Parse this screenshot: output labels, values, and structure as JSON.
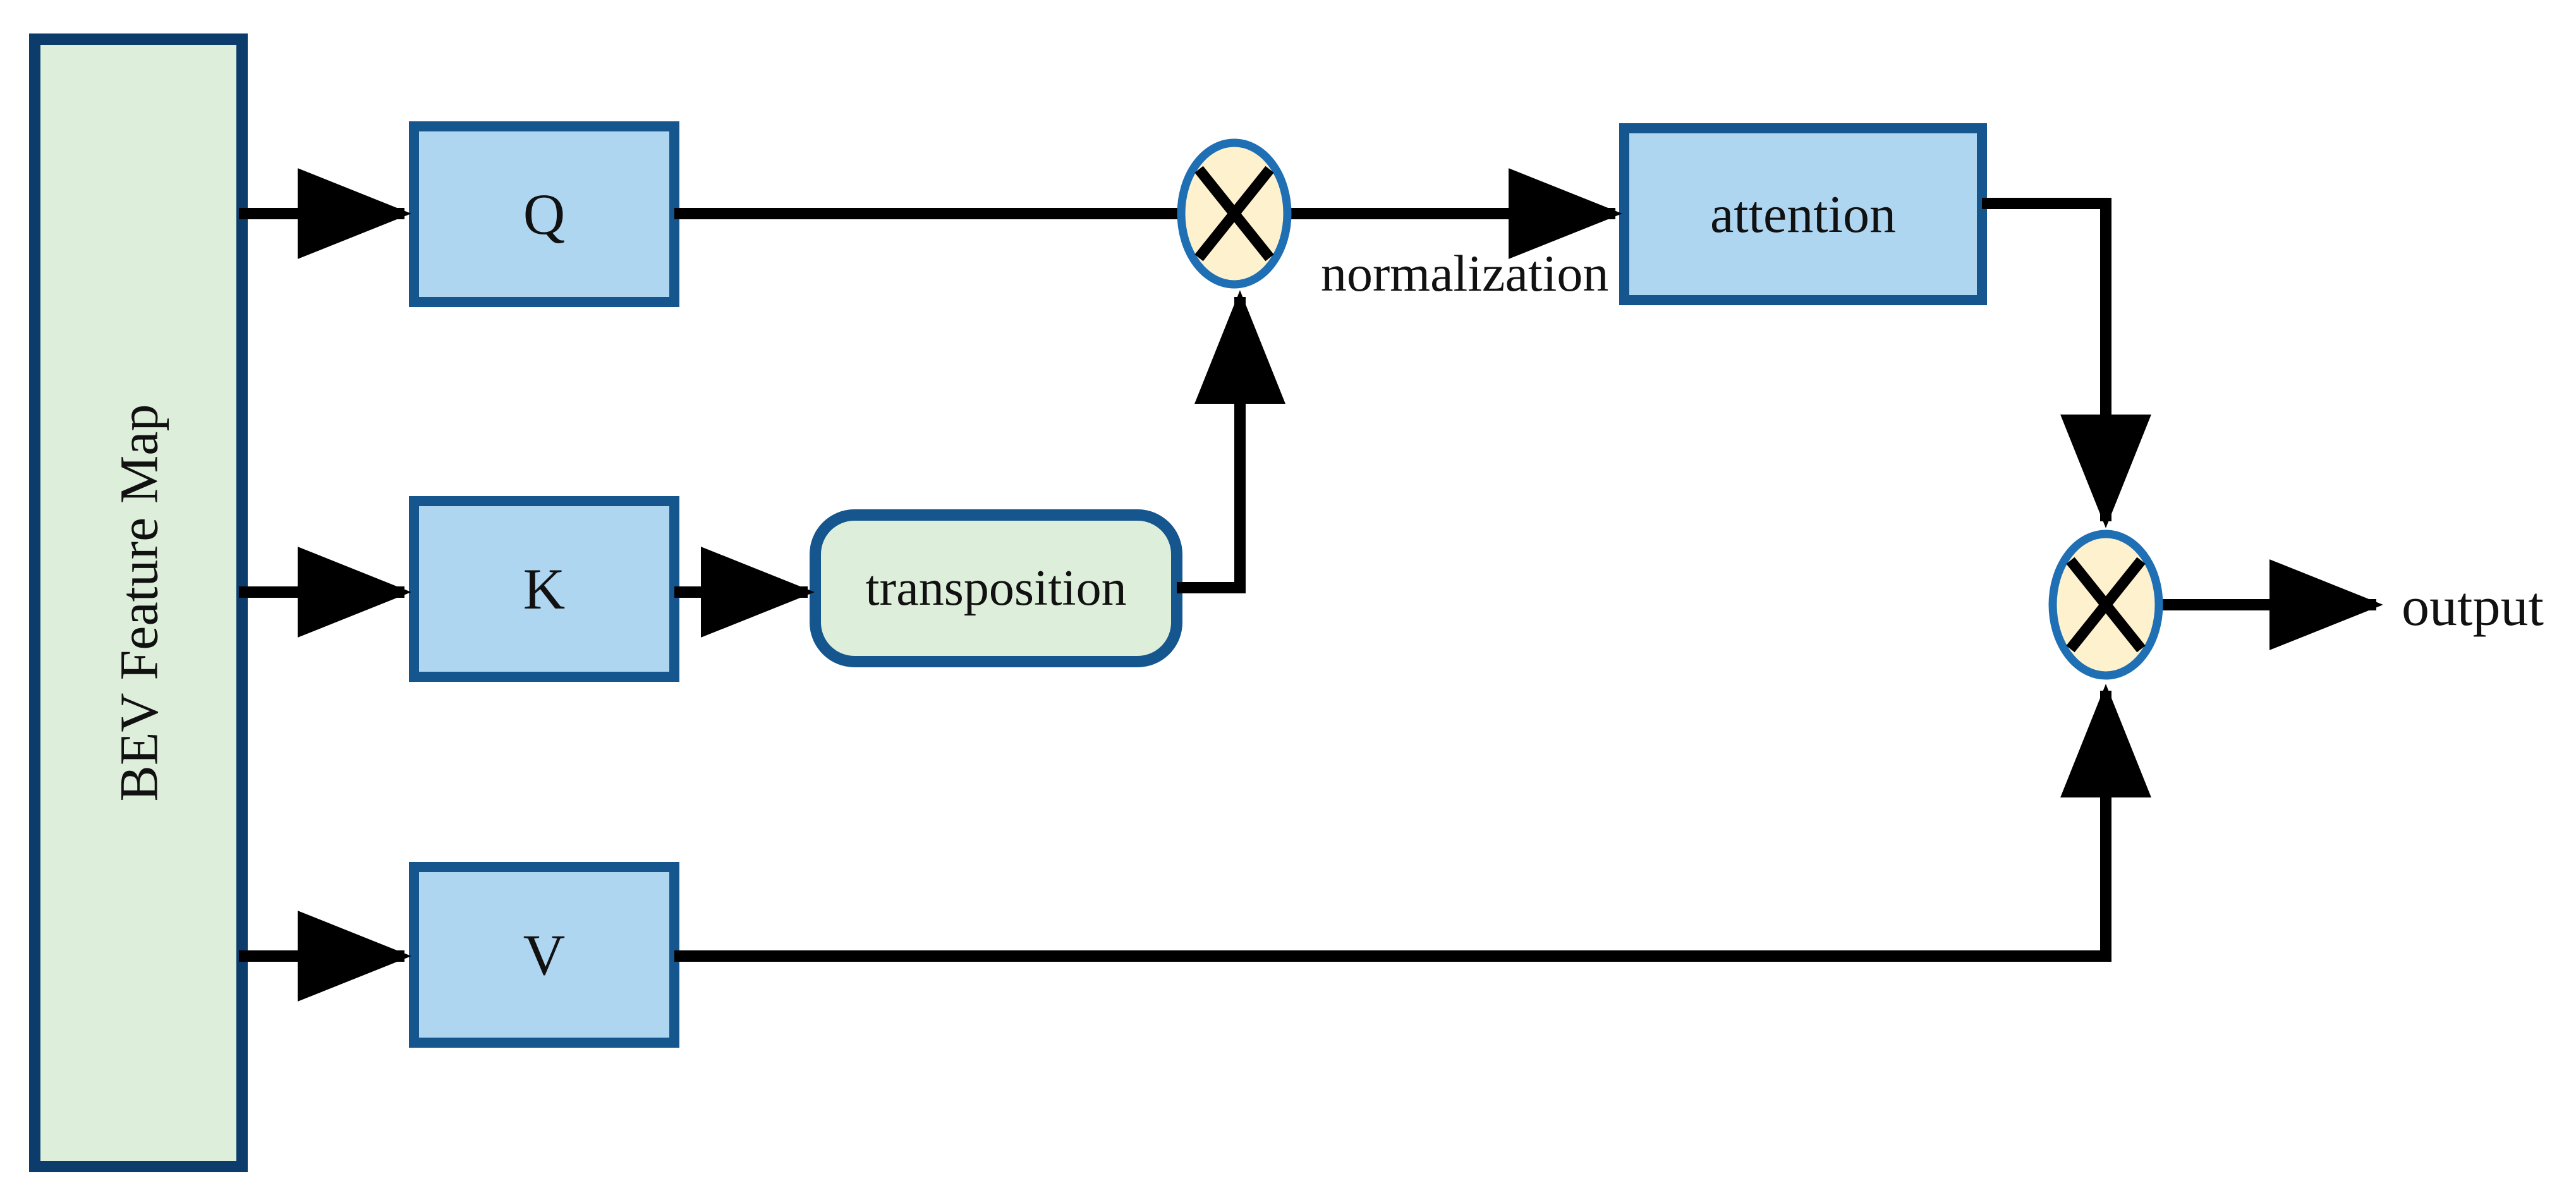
{
  "diagram": {
    "title": "BEV Feature Map self-attention block diagram",
    "colors": {
      "canvas_background": "#ffffff",
      "green_fill": "#DDEFDA",
      "blue_fill": "#AED6F1",
      "cream_fill": "#FDF1CE",
      "navy_border": "#0C3C6B",
      "blue_border": "#15568F",
      "circle_border": "#1F6FB5",
      "line_color": "#000000",
      "text_color": "#111111"
    },
    "nodes": [
      {
        "id": "bev",
        "label": "BEV Feature Map",
        "shape": "rect",
        "fill": "green_fill",
        "border": "navy_border",
        "orientation": "vertical"
      },
      {
        "id": "q",
        "label": "Q",
        "shape": "rect",
        "fill": "blue_fill",
        "border": "blue_border",
        "orientation": "horizontal"
      },
      {
        "id": "k",
        "label": "K",
        "shape": "rect",
        "fill": "blue_fill",
        "border": "blue_border",
        "orientation": "horizontal"
      },
      {
        "id": "v",
        "label": "V",
        "shape": "rect",
        "fill": "blue_fill",
        "border": "blue_border",
        "orientation": "horizontal"
      },
      {
        "id": "transposition",
        "label": "transposition",
        "shape": "rounded-rect",
        "fill": "green_fill",
        "border": "blue_border",
        "orientation": "horizontal"
      },
      {
        "id": "attention",
        "label": "attention",
        "shape": "rect",
        "fill": "blue_fill",
        "border": "blue_border",
        "orientation": "horizontal"
      },
      {
        "id": "multiply-1",
        "label": "×",
        "shape": "circle-cross",
        "fill": "cream_fill",
        "border": "circle_border",
        "orientation": "none"
      },
      {
        "id": "multiply-2",
        "label": "×",
        "shape": "circle-cross",
        "fill": "cream_fill",
        "border": "circle_border",
        "orientation": "none"
      }
    ],
    "edge_labels": [
      {
        "id": "normalization",
        "label": "normalization"
      },
      {
        "id": "output",
        "label": "output"
      }
    ],
    "edges": [
      {
        "from": "bev",
        "to": "q",
        "arrow": true
      },
      {
        "from": "bev",
        "to": "k",
        "arrow": true
      },
      {
        "from": "bev",
        "to": "v",
        "arrow": true
      },
      {
        "from": "q",
        "to": "multiply-1",
        "arrow": false
      },
      {
        "from": "k",
        "to": "transposition",
        "arrow": true
      },
      {
        "from": "transposition",
        "to": "multiply-1",
        "arrow": true
      },
      {
        "from": "multiply-1",
        "to": "attention",
        "arrow": true,
        "label": "normalization"
      },
      {
        "from": "attention",
        "to": "multiply-2",
        "arrow": true
      },
      {
        "from": "v",
        "to": "multiply-2",
        "arrow": true
      },
      {
        "from": "multiply-2",
        "to": "output",
        "arrow": true,
        "label": "output"
      }
    ]
  }
}
